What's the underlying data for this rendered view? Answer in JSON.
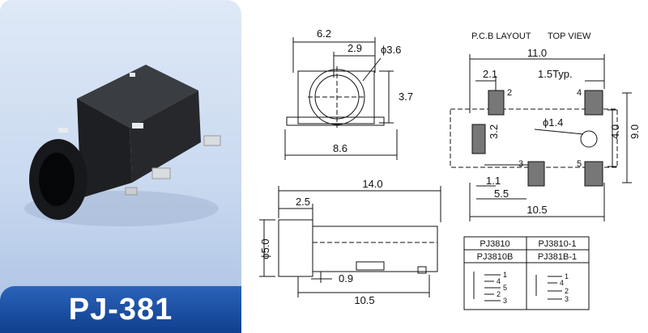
{
  "model": "PJ-381",
  "layout_title": "P.C.B LAYOUT",
  "view_title": "TOP VIEW",
  "front_view": {
    "width": "6.2",
    "offset": "2.9",
    "diameter": "ϕ3.6",
    "height": "3.7",
    "base": "8.6"
  },
  "side_view": {
    "length": "14.0",
    "left": "2.5",
    "diameter": "ϕ5.0",
    "pin": "0.9",
    "span": "10.5"
  },
  "pcb": {
    "total": "11.0",
    "pitch_left": "2.1",
    "pitch_right": "1.5Typ.",
    "hole": "ϕ1.4",
    "height": "9.0",
    "inner_height": "4.0",
    "pad_height": "3.2",
    "small": "1.1",
    "mid": "5.5",
    "bottom": "10.5",
    "pins": [
      "2",
      "4",
      "3",
      "5"
    ]
  },
  "variants": [
    "PJ3810",
    "PJ3810-1",
    "PJ3810B",
    "PJ381B-1"
  ],
  "schematic_pins_a": [
    "1",
    "4",
    "5",
    "2",
    "3"
  ],
  "schematic_pins_b": [
    "1",
    "4",
    "2",
    "3"
  ]
}
